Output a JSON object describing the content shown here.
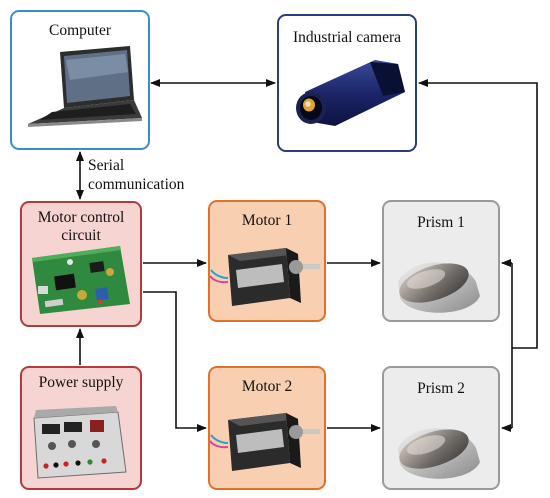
{
  "computer": {
    "label": "Computer",
    "icon": "laptop-icon"
  },
  "camera": {
    "label": "Industrial camera",
    "icon": "camera-icon"
  },
  "serial": {
    "line1": "Serial",
    "line2": "communication"
  },
  "motor_control": {
    "line1": "Motor control",
    "line2": "circuit",
    "icon": "circuit-board-icon"
  },
  "power_supply": {
    "label": "Power supply",
    "icon": "power-supply-icon"
  },
  "motor1": {
    "label": "Motor 1",
    "icon": "stepper-motor-icon"
  },
  "motor2": {
    "label": "Motor 2",
    "icon": "stepper-motor-icon"
  },
  "prism1": {
    "label": "Prism 1",
    "icon": "prism-icon"
  },
  "prism2": {
    "label": "Prism 2",
    "icon": "prism-icon"
  },
  "colors": {
    "blue_border": "#3a8fc0",
    "navy_border": "#2a3f7a",
    "red_border": "#b23a3a",
    "red_fill": "#f6d4d2",
    "orange_border": "#e0712c",
    "orange_fill": "#f8cfb0",
    "gray_border": "#9a9a9a",
    "gray_fill": "#ececec"
  }
}
